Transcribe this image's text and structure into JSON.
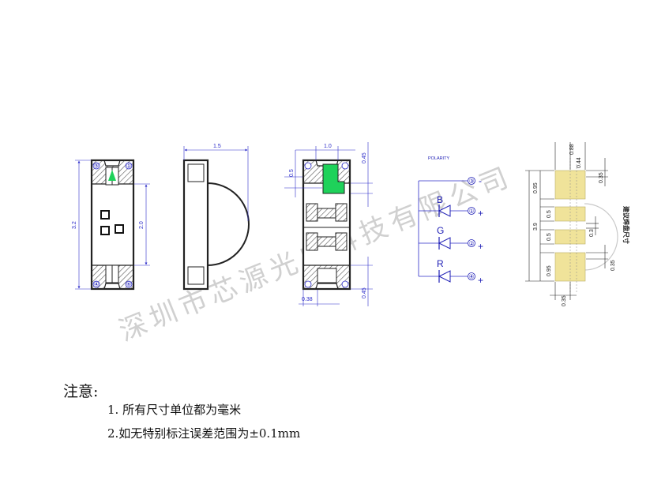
{
  "watermark": "深圳市芯源光电科技有限公司",
  "front_view": {
    "width_label": "3.2",
    "height_label": "2.0",
    "pins": [
      "⑤",
      "①",
      "④",
      "⑥"
    ]
  },
  "side_view": {
    "width_label": "1.5"
  },
  "bottom_view": {
    "top_label": "1.0",
    "right_top_label": "0.45",
    "left_label": "0.5",
    "bottom_left_label": "0.38",
    "bottom_right_label": "0.45"
  },
  "schematic": {
    "polarity_label": "POLARITY",
    "channels": [
      {
        "letter": "B",
        "pin": "①",
        "sign": "+"
      },
      {
        "letter": "G",
        "pin": "②",
        "sign": "+"
      },
      {
        "letter": "R",
        "pin": "④",
        "sign": "+"
      }
    ],
    "common_pin": "③",
    "common_sign": "-"
  },
  "pad_layout": {
    "title": "建议焊盘尺寸",
    "total_height": "3.9",
    "top_labels": [
      "0.88",
      "0.44"
    ],
    "right_top_label": "0.35",
    "left_labels": [
      "0.95",
      "0.5",
      "0.5",
      "0.95"
    ],
    "right_mid_label": "0.3",
    "right_bottom_label": "0.35",
    "bottom_label": "0.35",
    "pad_color": "#f0e39a"
  },
  "notes": {
    "heading": "注意:",
    "items": [
      "1. 所有尺寸单位都为毫米",
      "2.如无特别标注误差范围为±0.1mm"
    ]
  }
}
